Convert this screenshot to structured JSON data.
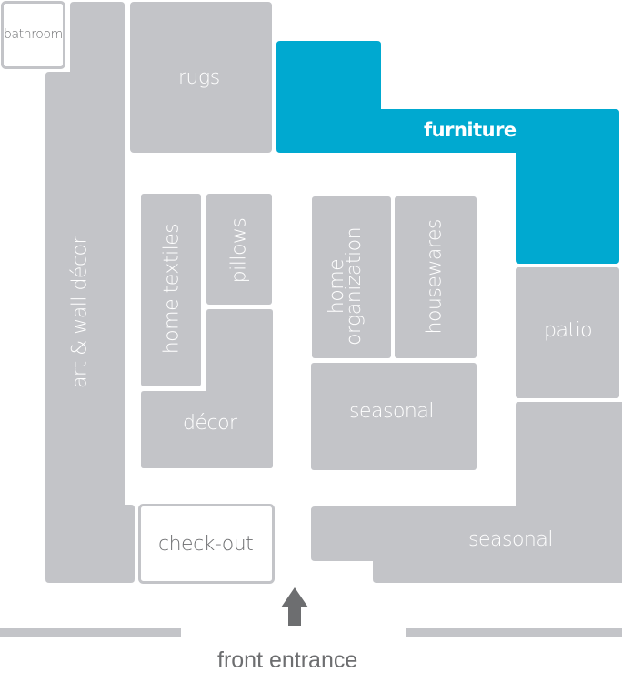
{
  "map": {
    "highlight_color": "#00a9d0",
    "zone_color": "#c3c4c8",
    "text_color": "#6d6e70",
    "highlighted_zone": "furniture",
    "zones": {
      "bathroom": "bathroom",
      "rugs": "rugs",
      "furniture": "furniture",
      "art_wall_decor": "art & wall décor",
      "home_textiles": "home textiles",
      "pillows": "pillows",
      "decor": "décor",
      "home_organization_line1": "home",
      "home_organization_line2": "organization",
      "housewares": "housewares",
      "seasonal_center": "seasonal",
      "patio": "patio",
      "seasonal_front": "seasonal",
      "checkout": "check-out"
    },
    "entrance": {
      "label": "front entrance",
      "icon": "arrow-up-icon"
    }
  }
}
